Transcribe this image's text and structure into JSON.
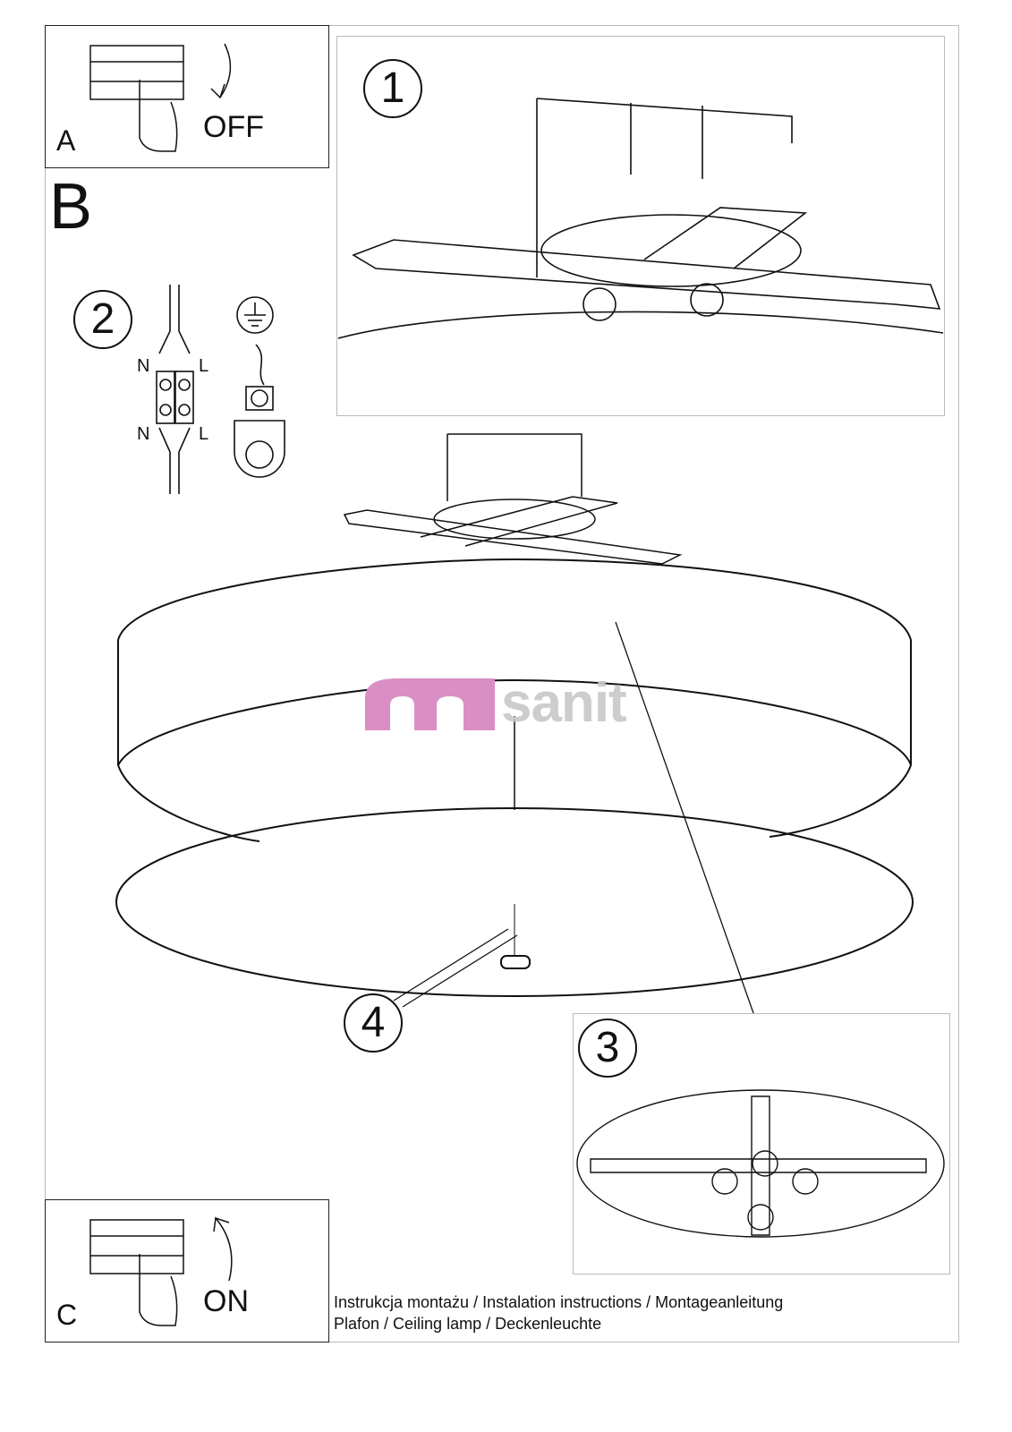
{
  "step_a": {
    "letter": "A",
    "action": "OFF"
  },
  "step_b": {
    "letter": "B"
  },
  "step_c": {
    "letter": "C",
    "action": "ON"
  },
  "steps": {
    "one": "1",
    "two": "2",
    "three": "3",
    "four": "4"
  },
  "wiring": {
    "n_top": "N",
    "l_top": "L",
    "n_bottom": "N",
    "l_bottom": "L"
  },
  "watermark": {
    "text": "sanit"
  },
  "footer": {
    "line1": "Instrukcja montażu / Instalation instructions / Montageanleitung",
    "line2": "Plafon / Ceiling lamp / Deckenleuchte"
  },
  "colors": {
    "watermark_pink": "#d98fc4",
    "watermark_gray": "#c8c8c8"
  }
}
